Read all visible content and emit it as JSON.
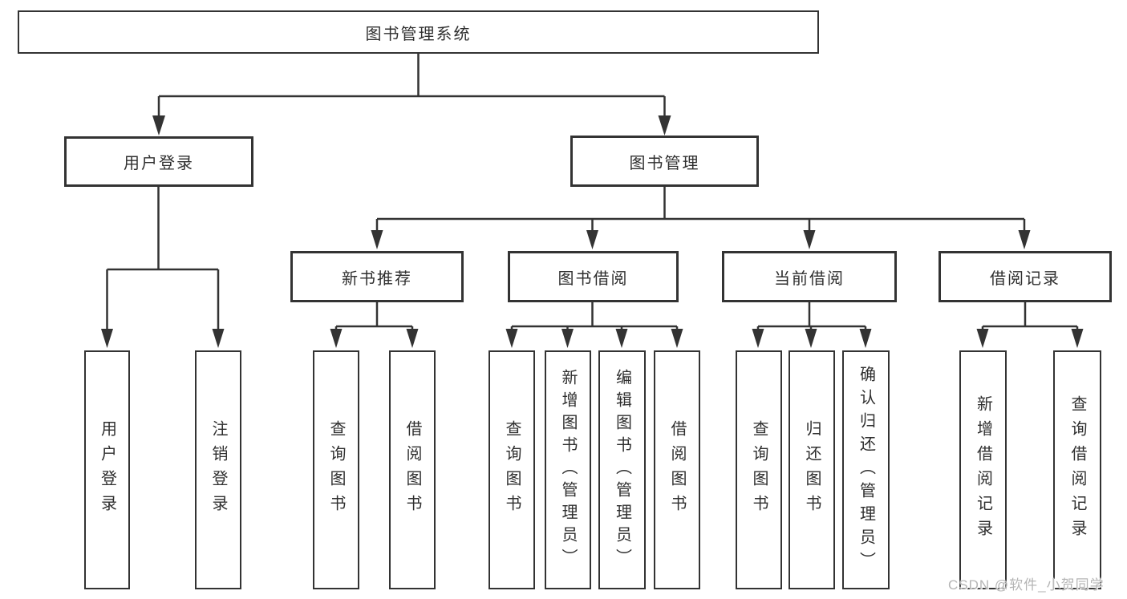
{
  "diagram": {
    "root": {
      "label": "图书管理系统"
    },
    "level1": {
      "user_login": {
        "label": "用户登录"
      },
      "book_management": {
        "label": "图书管理"
      }
    },
    "level2": {
      "new_book_recommend": {
        "label": "新书推荐"
      },
      "book_borrow": {
        "label": "图书借阅"
      },
      "current_borrow": {
        "label": "当前借阅"
      },
      "borrow_records": {
        "label": "借阅记录"
      }
    },
    "leaves": {
      "user_login": {
        "label": "用户登录"
      },
      "logout": {
        "label": "注销登录"
      },
      "recommend_query_books": {
        "label": "查询图书"
      },
      "recommend_borrow_books": {
        "label": "借阅图书"
      },
      "borrow_query_books": {
        "label": "查询图书"
      },
      "borrow_add_books_admin": {
        "label": "新增图书（管理员）"
      },
      "borrow_edit_books_admin": {
        "label": "编辑图书（管理员）"
      },
      "borrow_borrow_books": {
        "label": "借阅图书"
      },
      "current_query_books": {
        "label": "查询图书"
      },
      "current_return_books": {
        "label": "归还图书"
      },
      "current_confirm_return_admin": {
        "label": "确认归还（管理员）"
      },
      "records_add_record": {
        "label": "新增借阅记录"
      },
      "records_query_record": {
        "label": "查询借阅记录"
      }
    },
    "watermark": "CSDN @软件_小贺同学",
    "colors": {
      "line": "#333333",
      "text": "#2f2f2f",
      "watermark": "#b5b5b5",
      "background": "#ffffff"
    }
  }
}
